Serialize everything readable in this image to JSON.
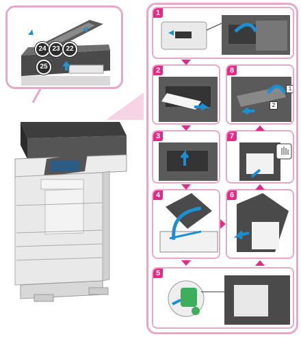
{
  "overview": {
    "callouts": [
      "24",
      "23",
      "22",
      "25"
    ]
  },
  "steps": [
    {
      "number": "1"
    },
    {
      "number": "2"
    },
    {
      "number": "3"
    },
    {
      "number": "4"
    },
    {
      "number": "5"
    },
    {
      "number": "6"
    },
    {
      "number": "7"
    },
    {
      "number": "8"
    }
  ],
  "step8": {
    "labels": [
      "1",
      "2"
    ]
  },
  "colors": {
    "accent": "#e22a86",
    "frame": "#e6a8c9",
    "arrow_blue": "#1d8fd0",
    "green": "#3cae5c"
  }
}
